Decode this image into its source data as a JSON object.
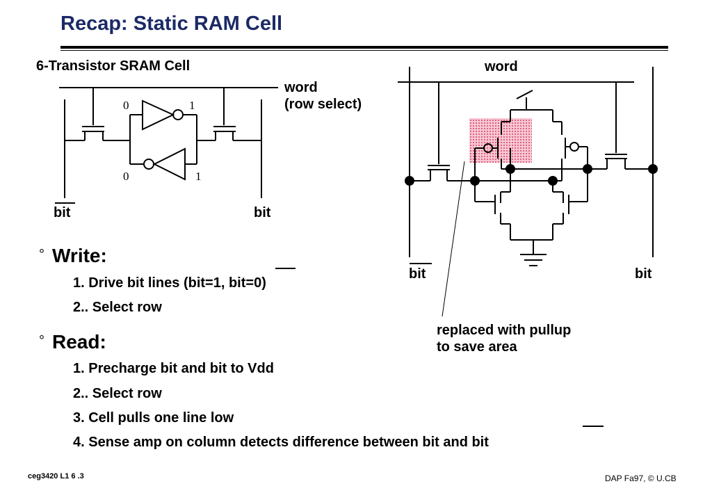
{
  "title": "Recap: Static RAM Cell",
  "left_diagram": {
    "heading": "6-Transistor SRAM Cell",
    "word_label": "word",
    "row_select_label": "(row select)",
    "node_top_left": "0",
    "node_top_right": "1",
    "node_bottom_left": "0",
    "node_bottom_right": "1",
    "bit_bar_label": "bit",
    "bit_label": "bit"
  },
  "right_diagram": {
    "word_label": "word",
    "bit_bar_label": "bit",
    "bit_label": "bit",
    "annotation_line1": "replaced with pullup",
    "annotation_line2": "to save area"
  },
  "write": {
    "heading": "Write:",
    "bullet": "°",
    "steps": [
      "1. Drive bit lines (bit=1, bit=0)",
      "2.. Select row"
    ]
  },
  "read": {
    "heading": "Read:",
    "bullet": "°",
    "steps": [
      "1.  Precharge bit and bit to Vdd",
      "2.. Select row",
      "3.  Cell pulls one line low",
      "4. Sense amp on column detects difference between bit and bit"
    ]
  },
  "footer": {
    "left": "ceg3420  L1 6 .3",
    "right": "DAP Fa97, © U.CB"
  },
  "colors": {
    "title": "#1b2a66",
    "highlight": "#f2a6b8"
  }
}
